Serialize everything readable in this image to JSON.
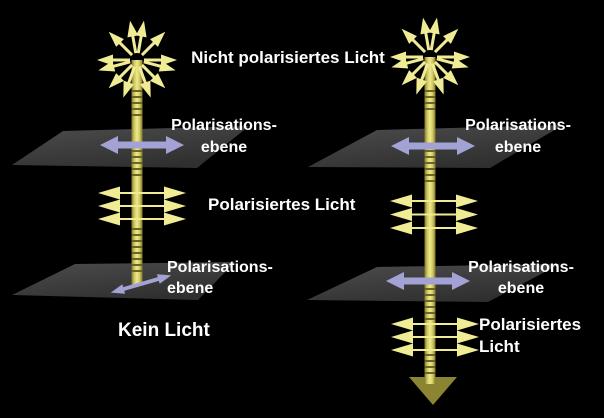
{
  "colors": {
    "background": "#000000",
    "label-text": "#ffffff",
    "ray-yellow": "#f0ec96",
    "beam-edge": "#7d762e",
    "beam-mid": "#cfc75e",
    "beam-center": "#eee98c",
    "beam-stripe": "#6b6527",
    "beam-arrowhead": "#8b8432",
    "plane-light": "#4d4d4d",
    "plane-dark": "#2f2f2f",
    "polarization-purple": "#a2a2d4"
  },
  "diagram": {
    "top_label": "Nicht polarisiertes Licht",
    "plane_label": {
      "line1": "Polarisations-",
      "line2": "ebene"
    },
    "middle_label": "Polarisiertes Licht",
    "left_column": {
      "bottom_label": "Kein Licht"
    },
    "right_column": {
      "bottom_label_line1": "Polarisiertes",
      "bottom_label_line2": "Licht"
    }
  }
}
